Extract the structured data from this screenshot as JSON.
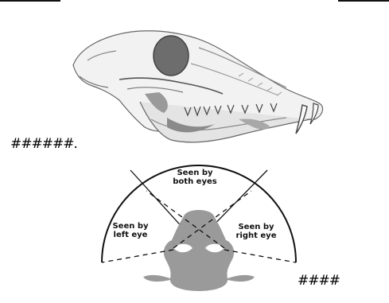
{
  "markers": {
    "top_marker": "######.",
    "bottom_marker": "####"
  },
  "vision_diagram": {
    "both_eyes_label": "Seen by\nboth eyes",
    "left_eye_label": "Seen by\nleft eye",
    "right_eye_label": "Seen by\nright eye"
  },
  "colors": {
    "head_silhouette": "#9a9a9a",
    "eye_highlight": "#ffffff",
    "line": "#111111",
    "skull_shading": "#8a8a8a"
  }
}
